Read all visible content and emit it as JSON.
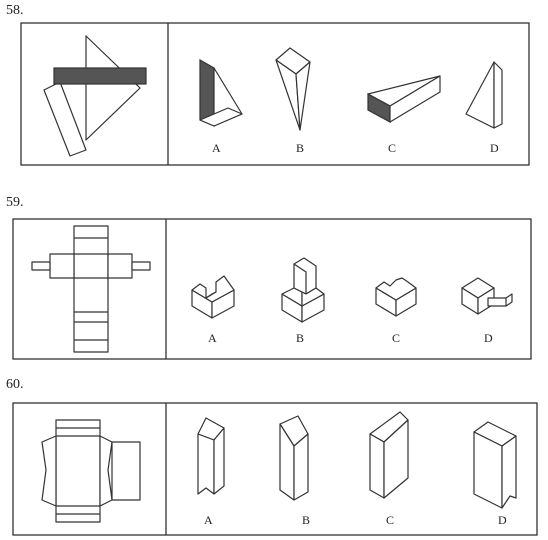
{
  "questions": [
    {
      "number": "58.",
      "options": [
        "A",
        "B",
        "C",
        "D"
      ]
    },
    {
      "number": "59.",
      "options": [
        "A",
        "B",
        "C",
        "D"
      ]
    },
    {
      "number": "60.",
      "options": [
        "A",
        "B",
        "C",
        "D"
      ]
    }
  ],
  "colors": {
    "line": "#333333",
    "shade": "#555555",
    "background": "#ffffff"
  }
}
